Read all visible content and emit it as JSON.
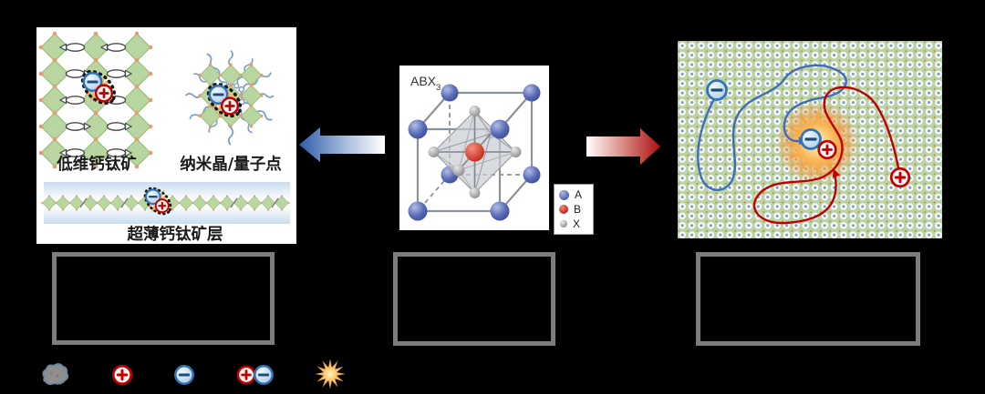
{
  "figure": {
    "left_panel": {
      "label_low_dim": "低维钙钛矿",
      "label_nanocrystal": "纳米晶/量子点",
      "label_thin_layer": "超薄钙钛矿层"
    },
    "center_panel": {
      "formula_base": "ABX",
      "formula_sub": "3",
      "legend": [
        {
          "label": "A",
          "color": "#5b6ab2"
        },
        {
          "label": "B",
          "color": "#c9281c"
        },
        {
          "label": "X",
          "color": "#949494"
        }
      ]
    },
    "colors": {
      "background": "#000000",
      "panel_bg": "#ffffff",
      "lattice_green": "#b9d3a3",
      "electron_blue": "#2f74b5",
      "hole_red": "#c00000",
      "arrow_left_blue": "#2d5ca8",
      "arrow_right_red": "#b51212",
      "caption_box_border": "#7d7d7d",
      "ligand_blue": "#7f9fc9",
      "burst_orange": "#f5a045"
    },
    "bottom_icons": [
      {
        "name": "phonon-blob-icon"
      },
      {
        "name": "hole-icon"
      },
      {
        "name": "electron-icon"
      },
      {
        "name": "exciton-pair-icon"
      },
      {
        "name": "photon-burst-icon"
      }
    ]
  }
}
